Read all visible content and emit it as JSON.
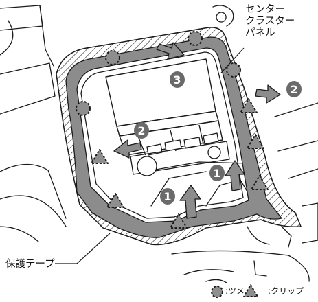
{
  "labels": {
    "center_cluster_lines": [
      "センター",
      "クラスター",
      "パネル"
    ],
    "protective_tape": "保護テープ"
  },
  "step_numbers": [
    "1",
    "2",
    "3"
  ],
  "legend": [
    {
      "icon": "claw-clip-icon",
      "text": ":ツメ"
    },
    {
      "icon": "clip-icon",
      "text": ":クリップ"
    }
  ],
  "colors": {
    "tape_band": "#8c8c8c",
    "line": "#1a1a1a",
    "marker_fill": "#8e8e8e",
    "step_badge": "#6a6a6a"
  },
  "icons": [
    "claw-clip-icon",
    "clip-icon",
    "pull-arrow-icon",
    "step-number-badge"
  ]
}
